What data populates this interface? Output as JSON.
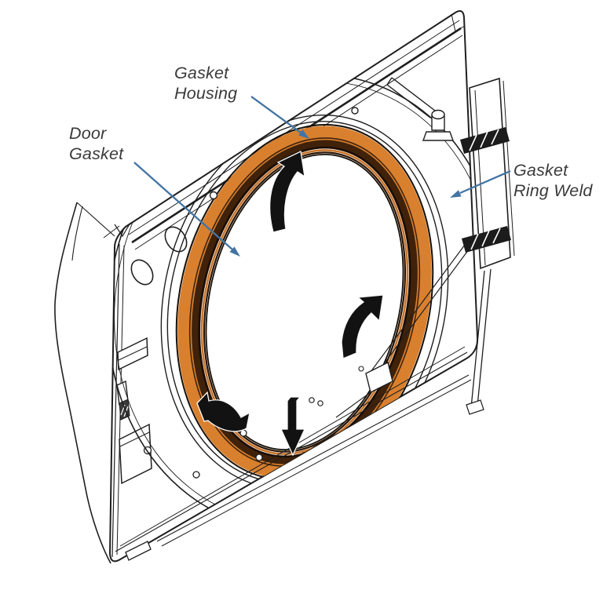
{
  "diagram": {
    "type": "technical-illustration",
    "subject": "autoclave-door-gasket-installation",
    "labels": {
      "gasket_housing_line1": "Gasket",
      "gasket_housing_line2": "Housing",
      "door_gasket_line1": "Door",
      "door_gasket_line2": "Gasket",
      "gasket_ring_weld_line1": "Gasket",
      "gasket_ring_weld_line2": "Ring Weld"
    },
    "colors": {
      "line": "#1f1f1f",
      "label_text": "#3a3a3a",
      "leader_blue": "#4274a3",
      "gasket_orange": "#d9802f",
      "gasket_orange_light": "#c9742a",
      "gasket_brown_dark": "#40220a",
      "gasket_edge_dark": "#1a0d03",
      "arrow_black": "#121212"
    },
    "icons": {
      "rotation_arrow_top": "curved-arrow-counterclockwise",
      "rotation_arrow_right": "curved-arrow-counterclockwise",
      "rotation_arrow_bottom_left": "curved-arrow-counterclockwise",
      "insert_arrow": "straight-arrow-down",
      "leader_arrows": "straight-leader-arrow"
    }
  }
}
